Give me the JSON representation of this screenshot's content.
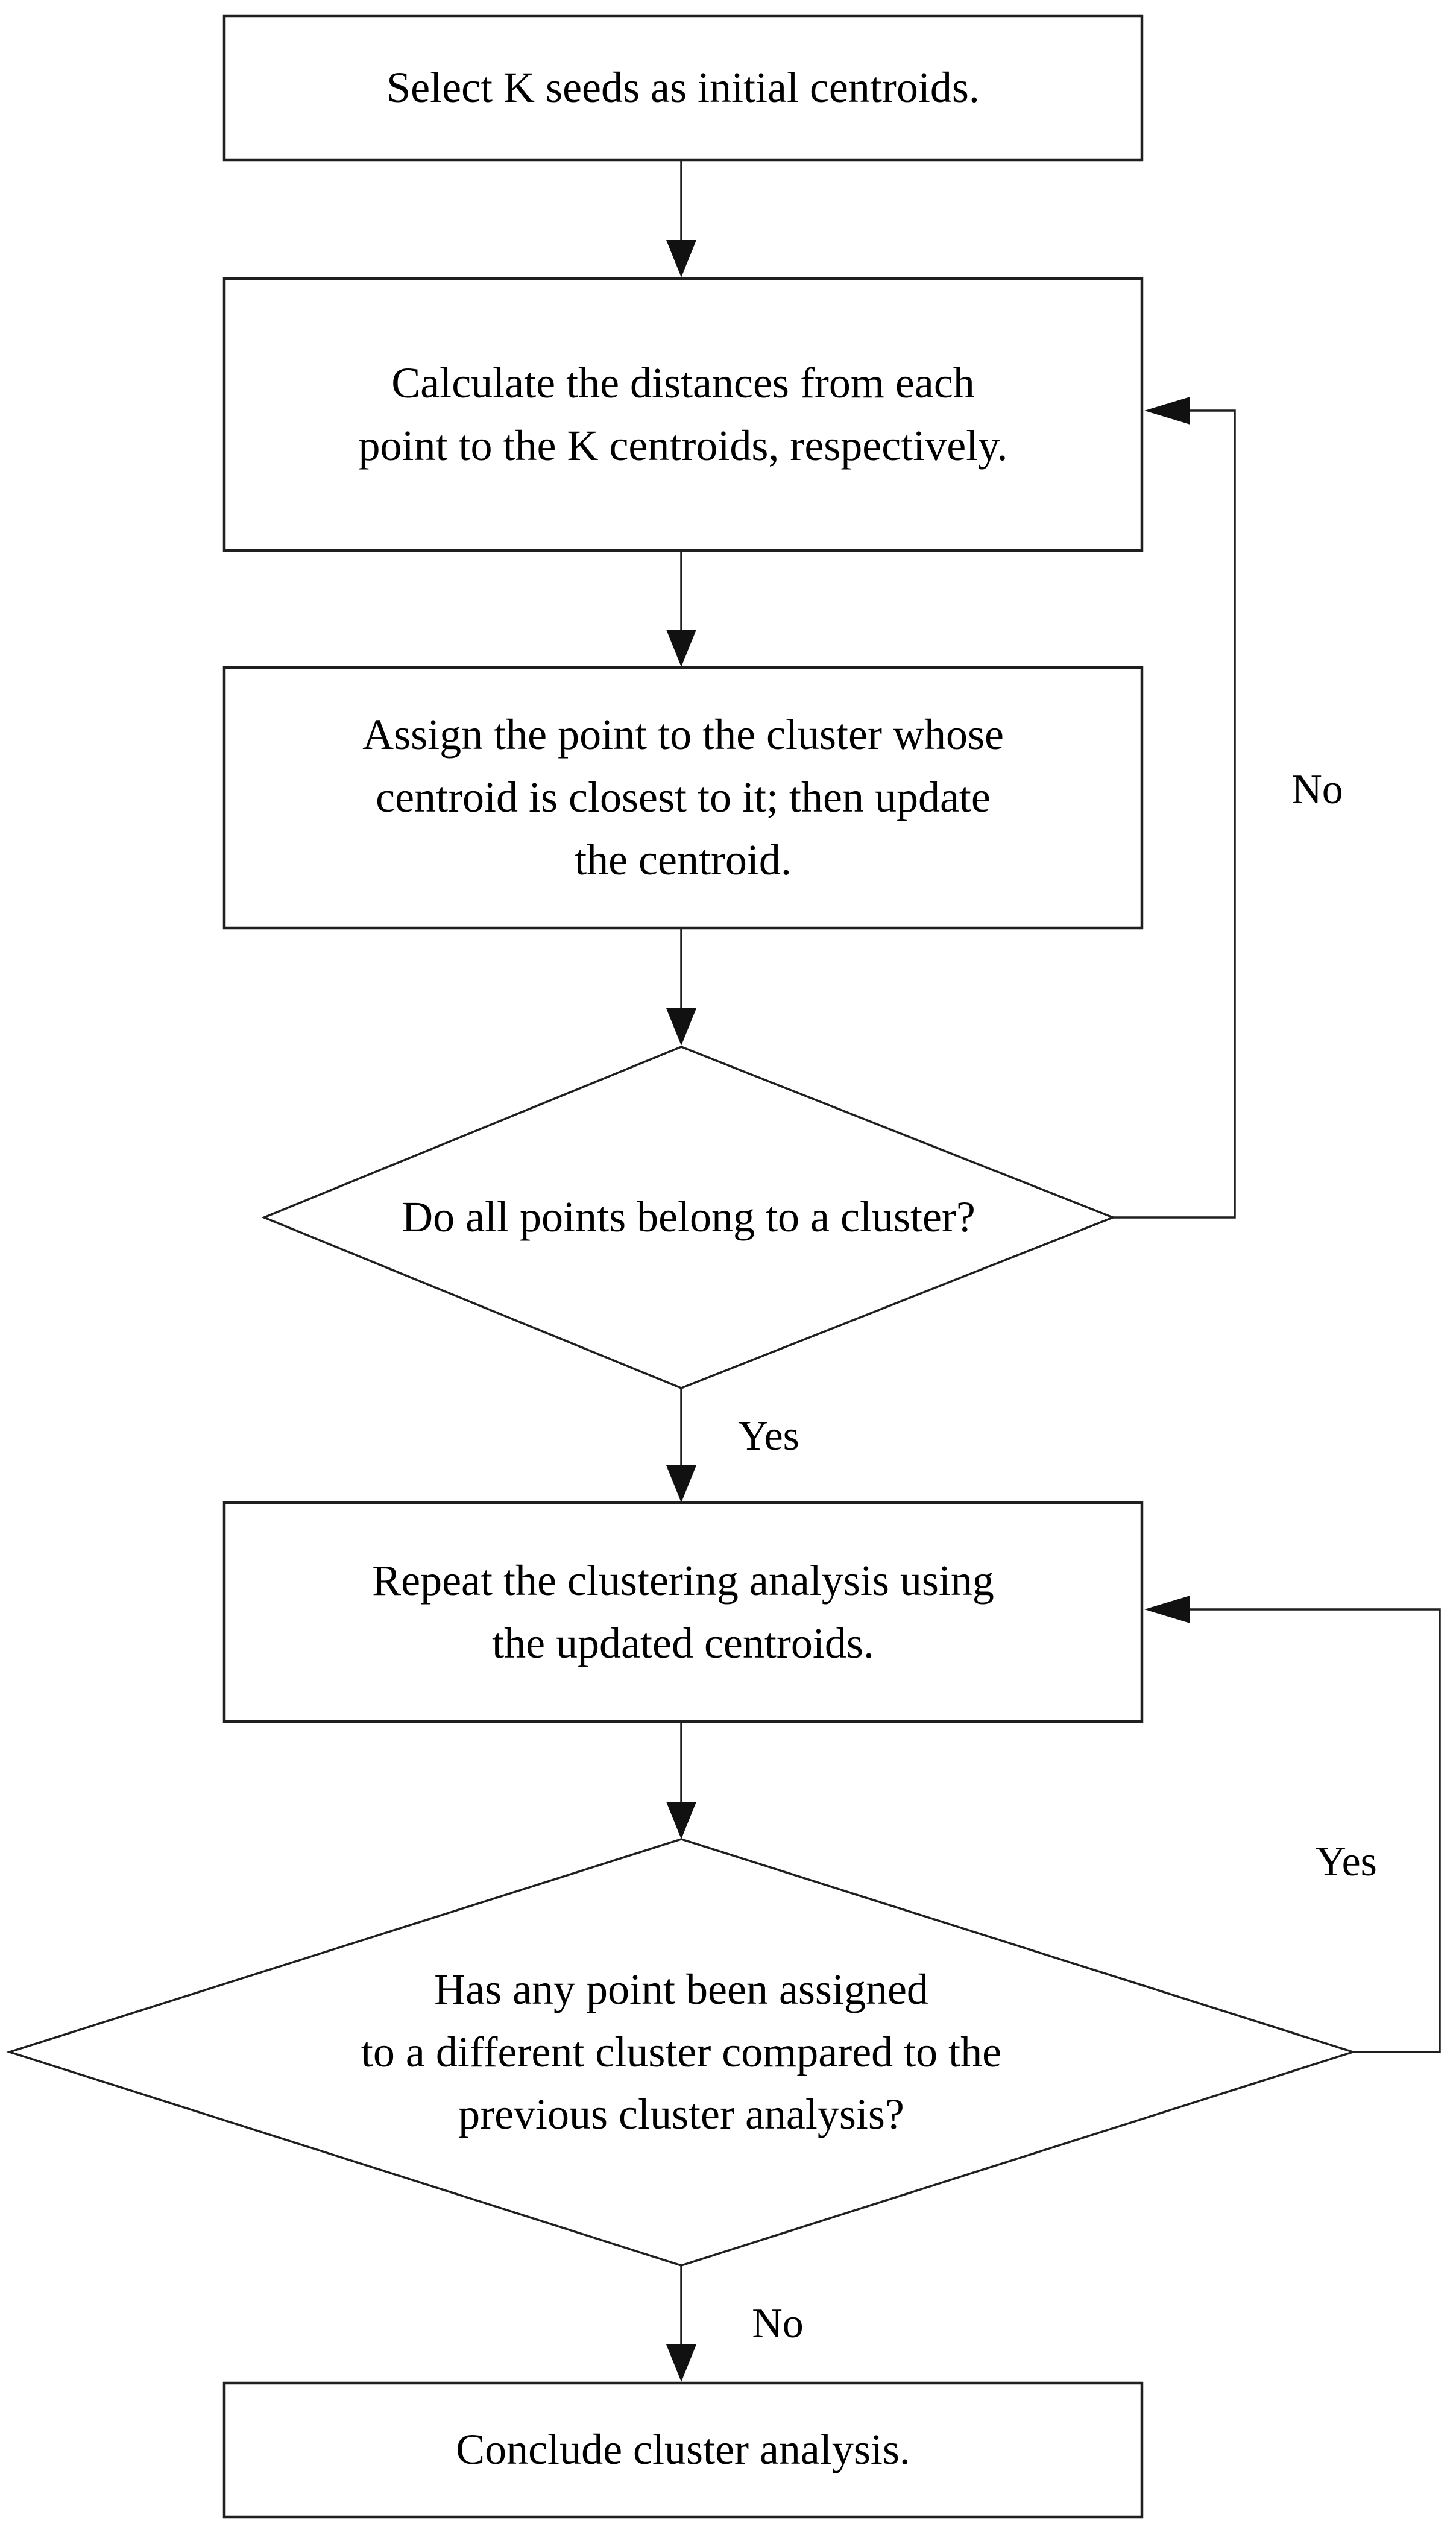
{
  "figure": {
    "title_semantic": "K-means clustering algorithm flowchart",
    "background_color": "#ffffff",
    "stroke_color": "#1f1f1f",
    "text_color": "#000000"
  },
  "nodes": [
    {
      "id": "select-seeds",
      "type": "process",
      "lines": [
        "Select K seeds as initial centroids."
      ]
    },
    {
      "id": "calculate-distances",
      "type": "process",
      "lines": [
        "Calculate the distances from each",
        "point to the K centroids, respectively."
      ]
    },
    {
      "id": "assign-point",
      "type": "process",
      "lines": [
        "Assign the point to the cluster whose",
        "centroid is closest to it; then update",
        "the centroid."
      ]
    },
    {
      "id": "all-points-belong",
      "type": "decision",
      "lines": [
        "Do all points belong to a cluster?"
      ]
    },
    {
      "id": "repeat-clustering",
      "type": "process",
      "lines": [
        "Repeat the clustering analysis using",
        "the updated centroids."
      ]
    },
    {
      "id": "point-reassigned",
      "type": "decision",
      "lines": [
        "Has any point been assigned",
        "to a different cluster compared to the",
        "previous cluster analysis?"
      ]
    },
    {
      "id": "conclude",
      "type": "process",
      "lines": [
        "Conclude cluster analysis."
      ]
    }
  ],
  "edge_labels": {
    "decision1_no": "No",
    "decision1_yes": "Yes",
    "decision2_yes": "Yes",
    "decision2_no": "No"
  }
}
